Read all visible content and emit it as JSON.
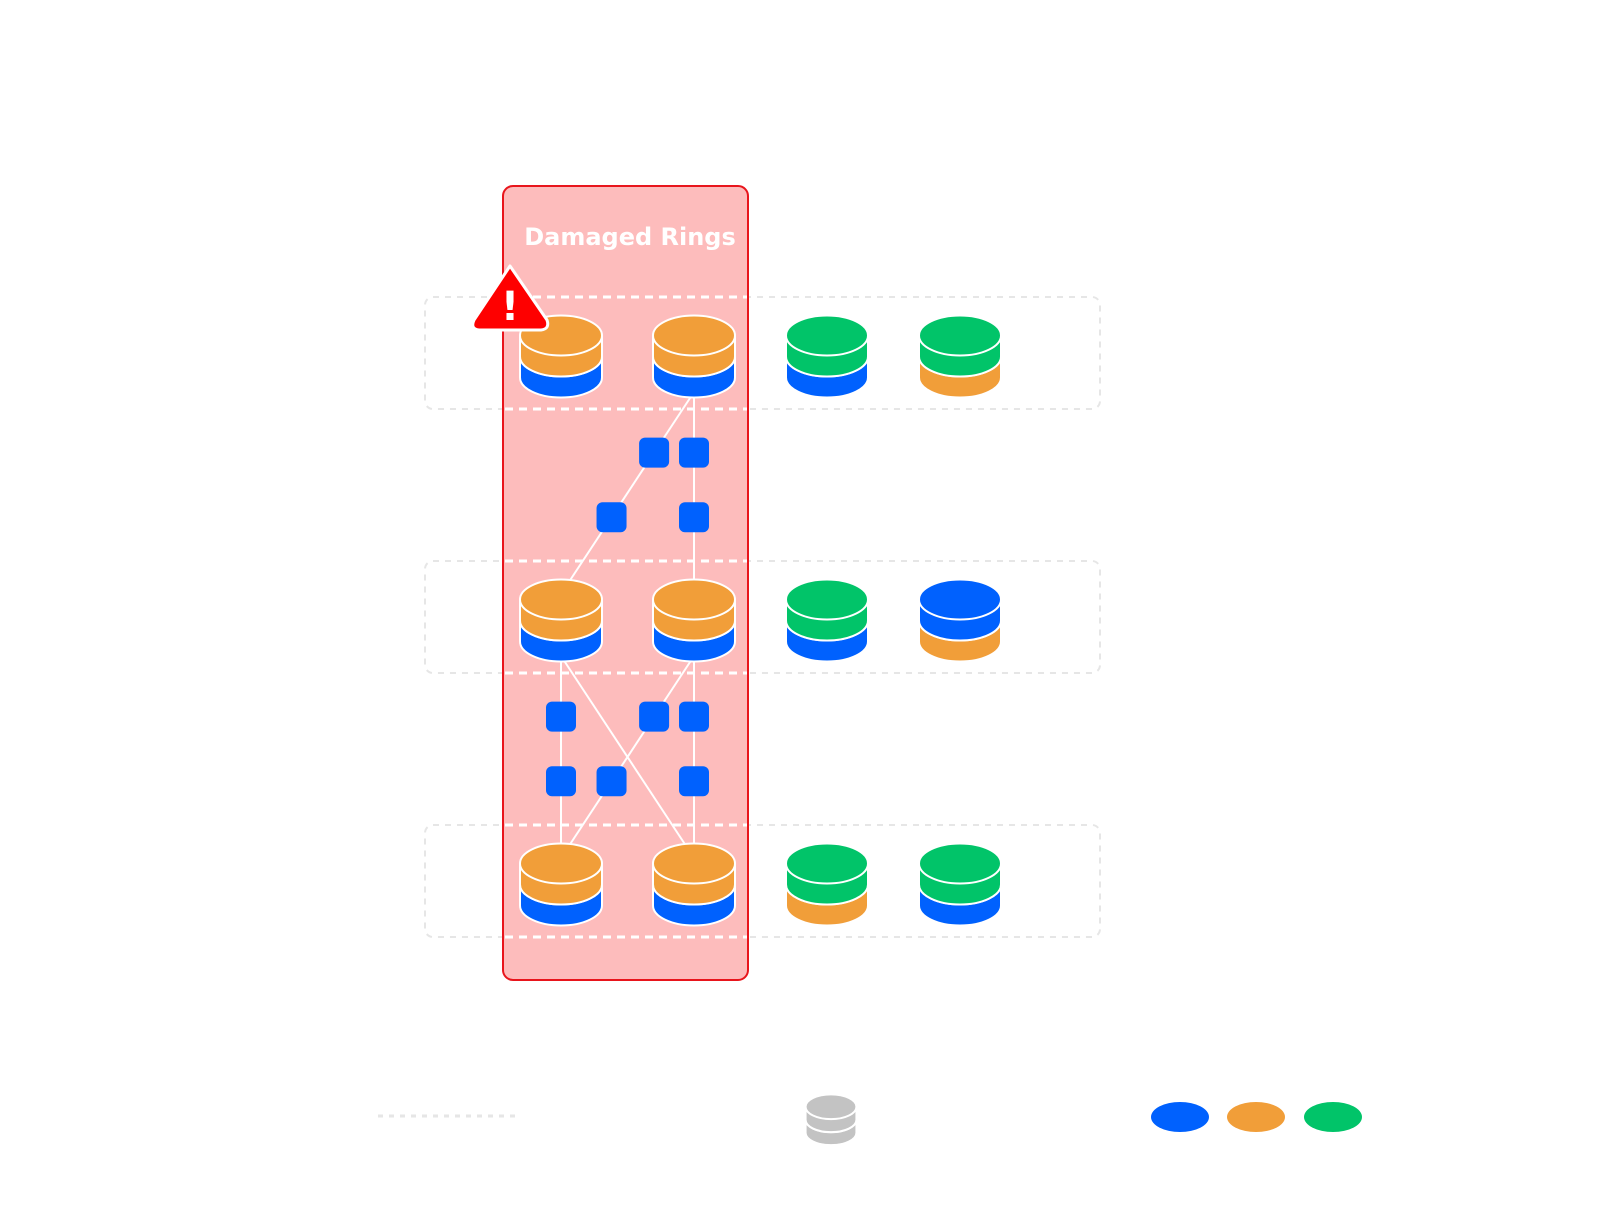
{
  "damaged_panel": {
    "title": "Damaged Rings",
    "fill": "#fdbcbc",
    "border": "#e8151c"
  },
  "warning": {
    "icon": "warning-triangle-icon",
    "symbol": "!",
    "color": "#fe0000"
  },
  "colors": {
    "blue": "#0061fe",
    "orange": "#f19e39",
    "green": "#01c469",
    "gray": "#c3c3c3",
    "white": "#ffffff",
    "group_border": "#e6e6e6"
  },
  "rows": [
    {
      "name": "row-1",
      "disks": [
        {
          "top": "orange",
          "bottom": "blue",
          "damaged": true
        },
        {
          "top": "orange",
          "bottom": "blue",
          "damaged": true
        },
        {
          "top": "green",
          "bottom": "blue",
          "damaged": false
        },
        {
          "top": "green",
          "bottom": "orange",
          "damaged": false
        }
      ]
    },
    {
      "name": "row-2",
      "disks": [
        {
          "top": "orange",
          "bottom": "blue",
          "damaged": true
        },
        {
          "top": "orange",
          "bottom": "blue",
          "damaged": true
        },
        {
          "top": "green",
          "bottom": "blue",
          "damaged": false
        },
        {
          "top": "blue",
          "bottom": "orange",
          "damaged": false
        }
      ]
    },
    {
      "name": "row-3",
      "disks": [
        {
          "top": "orange",
          "bottom": "blue",
          "damaged": true
        },
        {
          "top": "orange",
          "bottom": "blue",
          "damaged": true
        },
        {
          "top": "green",
          "bottom": "orange",
          "damaged": false
        },
        {
          "top": "green",
          "bottom": "blue",
          "damaged": false
        }
      ]
    }
  ],
  "connections": [
    {
      "from": [
        0,
        1
      ],
      "to": [
        1,
        0
      ],
      "packets": 2
    },
    {
      "from": [
        0,
        1
      ],
      "to": [
        1,
        1
      ],
      "packets": 2
    },
    {
      "from": [
        1,
        0
      ],
      "to": [
        2,
        0
      ],
      "packets": 2
    },
    {
      "from": [
        1,
        0
      ],
      "to": [
        2,
        1
      ],
      "packets": 0
    },
    {
      "from": [
        1,
        1
      ],
      "to": [
        2,
        0
      ],
      "packets": 2
    },
    {
      "from": [
        1,
        1
      ],
      "to": [
        2,
        1
      ],
      "packets": 2
    }
  ],
  "legend": {
    "group_icon": "dashed-group-line",
    "disk_icon": "gray-disk-icon",
    "disk_color": "gray",
    "swatches": [
      "blue",
      "orange",
      "green"
    ]
  }
}
